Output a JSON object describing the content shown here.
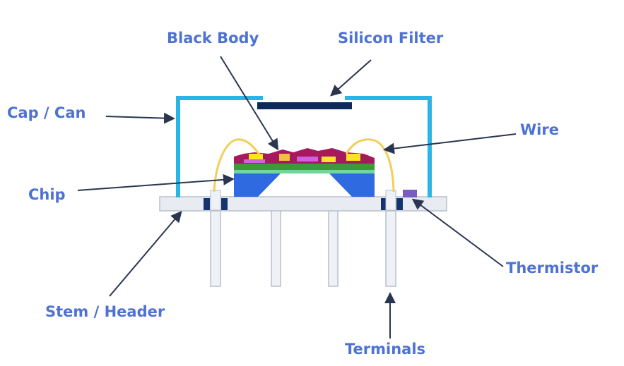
{
  "labels": {
    "black_body": "Black Body",
    "silicon_filter": "Silicon Filter",
    "cap_can": "Cap / Can",
    "wire": "Wire",
    "chip": "Chip",
    "thermistor": "Thermistor",
    "stem_header": "Stem / Header",
    "terminals": "Terminals"
  },
  "colors": {
    "label": "#4d72d4",
    "cap": "#29b5e8",
    "filter": "#0d2a5a",
    "chip": "#2f6ae0",
    "wire": "#f2cf5a",
    "header": "#e8ecf2",
    "leader": "#2a3550"
  }
}
